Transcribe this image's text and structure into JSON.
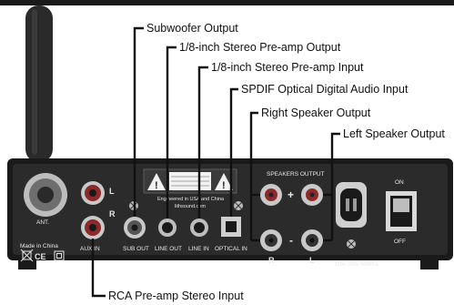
{
  "callouts": {
    "subwoofer_output": "Subwoofer Output",
    "preamp_output": "1/8-inch Stereo Pre-amp Output",
    "preamp_input": "1/8-inch Stereo Pre-amp Input",
    "spdif_input": "SPDIF Optical Digital Audio Input",
    "right_speaker_output": "Right Speaker Output",
    "left_speaker_output": "Left Speaker Output",
    "rca_input": "RCA Pre-amp Stereo Input"
  },
  "panel_labels": {
    "ant": "ANT.",
    "made_in_china": "Made in China",
    "ce": "CE",
    "rca_r": "R",
    "rca_l": "L",
    "aux_in": "AUX IN",
    "sub_out": "SUB OUT",
    "line_out": "LINE OUT",
    "line_in": "LINE IN",
    "optical_in": "OPTICAL IN",
    "engineered": "Engineered in USA and China",
    "website": "lithsound.com",
    "speakers_output": "SPEAKERS OUTPUT",
    "plus": "+",
    "minus": "-",
    "spk_r": "R",
    "spk_l": "L",
    "voltage": "110v~240v 60/60Hz",
    "on": "ON",
    "off": "OFF"
  },
  "colors": {
    "panel": "#2b2b2b",
    "panel_dark": "#1a1a1a",
    "label_light": "#e8e8e8",
    "callout_text": "#111111",
    "warning_yellow": "#f2f2f2"
  },
  "icons": [
    "antenna",
    "warning-triangle-icon",
    "screw-icon",
    "power-socket-icon",
    "rocker-switch-icon",
    "recycle-bin-icon"
  ]
}
